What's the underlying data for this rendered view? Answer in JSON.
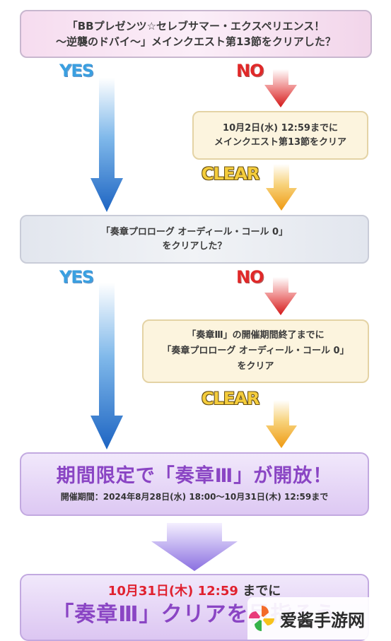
{
  "question1": {
    "line1": "「BBプレゼンツ☆セレブサマー・エクスペリエンス！",
    "line2": "〜逆襲のドバイ〜」メインクエスト第13節をクリアした？"
  },
  "condition1": {
    "line1": "10月2日(水) 12:59までに",
    "line2": "メインクエスト第13節をクリア"
  },
  "question2": {
    "line1": "「奏章プロローグ オーディール・コール 0」",
    "line2": "をクリアした？"
  },
  "condition2": {
    "line1": "「奏章Ⅲ」の開催期間終了までに",
    "line2": "「奏章プロローグ オーディール・コール 0」",
    "line3": "をクリア"
  },
  "labels": {
    "yes": "YES",
    "no": "NO",
    "clear": "CLEAR"
  },
  "result": {
    "title": "期間限定で「奏章Ⅲ」が開放！",
    "period": "開催期間：2024年8月28日(水) 18:00〜10月31日(木) 12:59まで"
  },
  "final": {
    "deadline": "10月31日(木) 12:59",
    "deadline_suffix": "までに",
    "goal": "「奏章Ⅲ」クリアを目指そう"
  },
  "watermark": {
    "text": "爱酱手游网"
  },
  "colors": {
    "yes_arrow": "#1f6fc9",
    "no_arrow": "#d61f1f",
    "clear_arrow": "#f0a018",
    "result_purple": "#8a45c4",
    "deadline_red": "#e0212f"
  }
}
